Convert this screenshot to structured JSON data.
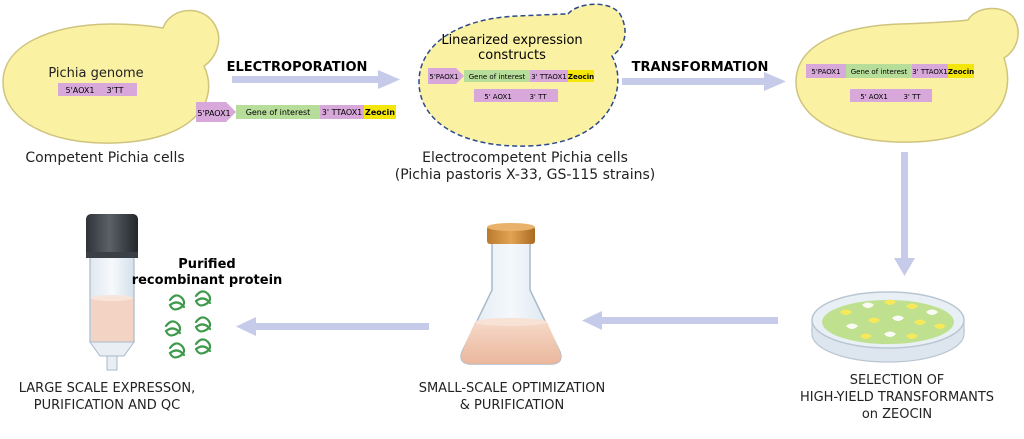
{
  "cells": {
    "competent": {
      "inner_label": "Pichia genome",
      "caption": "Competent Pichia cells"
    },
    "electrocompetent": {
      "inner_label_line1": "Linearized expression",
      "inner_label_line2": "constructs",
      "caption_line1": "Electrocompetent Pichia cells",
      "caption_line2": "(Pichia pastoris X-33, GS-115 strains)"
    },
    "transformed": {}
  },
  "genome_segments": {
    "aox1": "5'AOX1",
    "tt": "3'TT",
    "aox1_sp": "5' AOX1",
    "tt_sp": "3' TT"
  },
  "construct": {
    "promoter": "5'PAOX1",
    "gene": "Gene of interest",
    "terminator": "3' TTAOX1",
    "marker": "Zeocin"
  },
  "steps": {
    "electroporation": "ELECTROPORATION",
    "transformation": "TRANSFORMATION"
  },
  "captions": {
    "selection_line1": "SELECTION OF",
    "selection_line2": "HIGH-YIELD TRANSFORMANTS",
    "selection_line3": "on ZEOCIN",
    "small_line1": "SMALL-SCALE OPTIMIZATION",
    "small_line2": "& PURIFICATION",
    "large_line1": "LARGE SCALE EXPRESSON,",
    "large_line2": "PURIFICATION AND QC"
  },
  "protein": {
    "line1": "Purified",
    "line2": "recombinant protein"
  },
  "colors": {
    "cell_fill": "#fbf1a3",
    "cell_stroke": "#cfc47e",
    "dash_stroke": "#2b4a8c",
    "promoter": "#d8a8db",
    "gene": "#b7dd9a",
    "marker": "#f5e60a",
    "arrow": "#c5cbe8"
  }
}
